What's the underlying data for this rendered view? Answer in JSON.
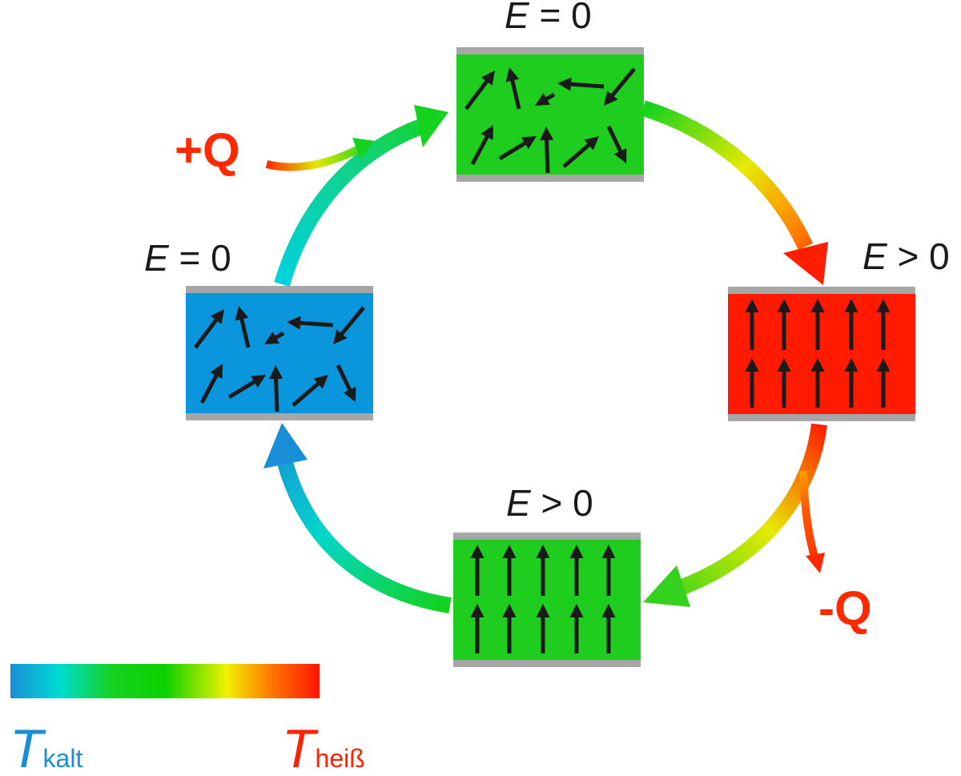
{
  "states": {
    "top": {
      "label_var": "E",
      "label_rel": " = 0",
      "fill": "#1ecd1e",
      "arrangement": "random"
    },
    "right": {
      "label_var": "E",
      "label_rel": " > 0",
      "fill": "#ff1a00",
      "arrangement": "aligned"
    },
    "bottom": {
      "label_var": "E",
      "label_rel": " > 0",
      "fill": "#1ecd1e",
      "arrangement": "aligned"
    },
    "left": {
      "label_var": "E",
      "label_rel": " = 0",
      "fill": "#0a96dc",
      "arrangement": "random"
    }
  },
  "heat": {
    "in_label": "+Q",
    "out_label": "-Q",
    "color": "#ff2a00"
  },
  "colorbar": {
    "cold_var": "T",
    "cold_sub": "kalt",
    "hot_var": "T",
    "hot_sub": "heiß",
    "cold_color": "#1a8fd8",
    "hot_color": "#ff2200",
    "stops": [
      "#1a8fd8",
      "#00dcd2",
      "#14d21e",
      "#0ad200",
      "#f0f000",
      "#ff7a00",
      "#ff1400"
    ]
  },
  "plate_color": "#a6a6a6",
  "arrow_color": "#1a1a1a"
}
